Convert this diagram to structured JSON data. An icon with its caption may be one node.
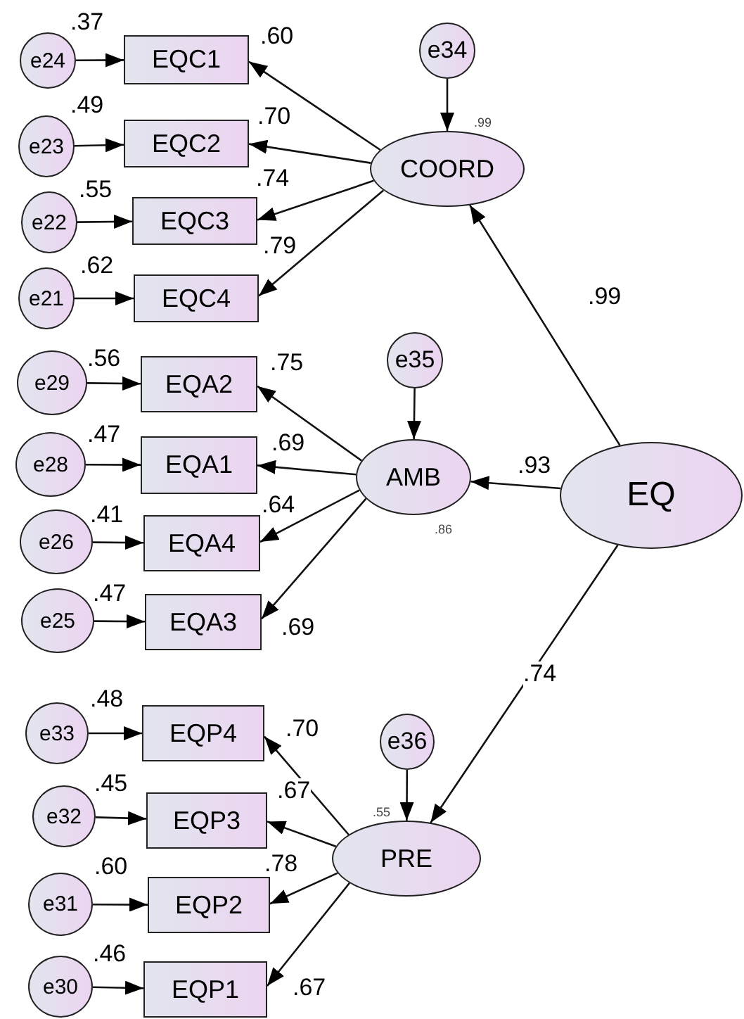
{
  "diagram": {
    "nodes": [
      {
        "text": [
          "e24"
        ],
        "beside": [
          ".37"
        ]
      },
      {
        "text": [
          "EQC1"
        ]
      },
      {
        "text": [
          "e34"
        ]
      },
      {
        "text": [
          "COORD"
        ],
        "beside": [
          ".99"
        ]
      },
      {
        "text": [
          "e23"
        ],
        "beside": [
          ".49"
        ]
      },
      {
        "text": [
          "EQC2"
        ]
      },
      {
        "text": [
          "e22"
        ],
        "beside": [
          ".55"
        ]
      },
      {
        "text": [
          "EQC3"
        ]
      },
      {
        "text": [
          "e21"
        ],
        "beside": [
          ".62"
        ]
      },
      {
        "text": [
          "EQC4"
        ]
      },
      {
        "text": [
          "e29"
        ],
        "beside": [
          ".56"
        ]
      },
      {
        "text": [
          "EQA2"
        ]
      },
      {
        "text": [
          "e35"
        ]
      },
      {
        "text": [
          "AMB"
        ],
        "beside": [
          ".86"
        ]
      },
      {
        "text": [
          "EQ"
        ]
      },
      {
        "text": [
          "e28"
        ],
        "beside": [
          ".47"
        ]
      },
      {
        "text": [
          "EQA1"
        ]
      },
      {
        "text": [
          "e26"
        ],
        "beside": [
          ".41"
        ]
      },
      {
        "text": [
          "EQA4"
        ]
      },
      {
        "text": [
          "e25"
        ],
        "beside": [
          ".47"
        ]
      },
      {
        "text": [
          "EQA3"
        ]
      },
      {
        "text": [
          "e33"
        ],
        "beside": [
          ".48"
        ]
      },
      {
        "text": [
          "EQP4"
        ]
      },
      {
        "text": [
          "e36"
        ]
      },
      {
        "text": [
          "PRE"
        ],
        "beside": [
          ".55"
        ]
      },
      {
        "text": [
          "e32"
        ],
        "beside": [
          ".45"
        ]
      },
      {
        "text": [
          "EQP3"
        ]
      },
      {
        "text": [
          "e31"
        ],
        "beside": [
          ".60"
        ]
      },
      {
        "text": [
          "EQP2"
        ]
      },
      {
        "text": [
          "e30"
        ],
        "beside": [
          ".46"
        ]
      },
      {
        "text": [
          "EQP1"
        ]
      }
    ],
    "edges": [
      {
        "from": 0,
        "to": 1,
        "arrow": "to"
      },
      {
        "from": 3,
        "to": 1,
        "arrow": "to",
        "label": ".60"
      },
      {
        "from": 2,
        "to": 3,
        "arrow": "to"
      },
      {
        "from": 4,
        "to": 5,
        "arrow": "to"
      },
      {
        "from": 3,
        "to": 5,
        "arrow": "to",
        "label": ".70"
      },
      {
        "from": 6,
        "to": 7,
        "arrow": "to"
      },
      {
        "from": 3,
        "to": 7,
        "arrow": "to",
        "label": ".74"
      },
      {
        "from": 8,
        "to": 9,
        "arrow": "to"
      },
      {
        "from": 3,
        "to": 9,
        "arrow": "to",
        "label": ".79"
      },
      {
        "from": 14,
        "to": 3,
        "arrow": "to",
        "label": ".99"
      },
      {
        "from": 10,
        "to": 11,
        "arrow": "to"
      },
      {
        "from": 13,
        "to": 11,
        "arrow": "to",
        "label": ".75"
      },
      {
        "from": 12,
        "to": 13,
        "arrow": "to"
      },
      {
        "from": 15,
        "to": 16,
        "arrow": "to"
      },
      {
        "from": 13,
        "to": 16,
        "arrow": "to",
        "label": ".69"
      },
      {
        "from": 14,
        "to": 13,
        "arrow": "to",
        "label": ".93"
      },
      {
        "from": 17,
        "to": 18,
        "arrow": "to"
      },
      {
        "from": 13,
        "to": 18,
        "arrow": "to",
        "label": ".64"
      },
      {
        "from": 19,
        "to": 20,
        "arrow": "to"
      },
      {
        "from": 13,
        "to": 20,
        "arrow": "to",
        "label": ".69"
      },
      {
        "from": 21,
        "to": 22,
        "arrow": "to"
      },
      {
        "from": 24,
        "to": 22,
        "arrow": "to",
        "label": ".70"
      },
      {
        "from": 23,
        "to": 24,
        "arrow": "to"
      },
      {
        "from": 14,
        "to": 24,
        "arrow": "to",
        "label": ".74"
      },
      {
        "from": 25,
        "to": 26,
        "arrow": "to"
      },
      {
        "from": 24,
        "to": 26,
        "arrow": "to",
        "label": ".67"
      },
      {
        "from": 27,
        "to": 28,
        "arrow": "to"
      },
      {
        "from": 24,
        "to": 28,
        "arrow": "to",
        "label": ".78"
      },
      {
        "from": 29,
        "to": 30,
        "arrow": "to"
      },
      {
        "from": 24,
        "to": 30,
        "arrow": "to",
        "label": ".67"
      }
    ]
  }
}
